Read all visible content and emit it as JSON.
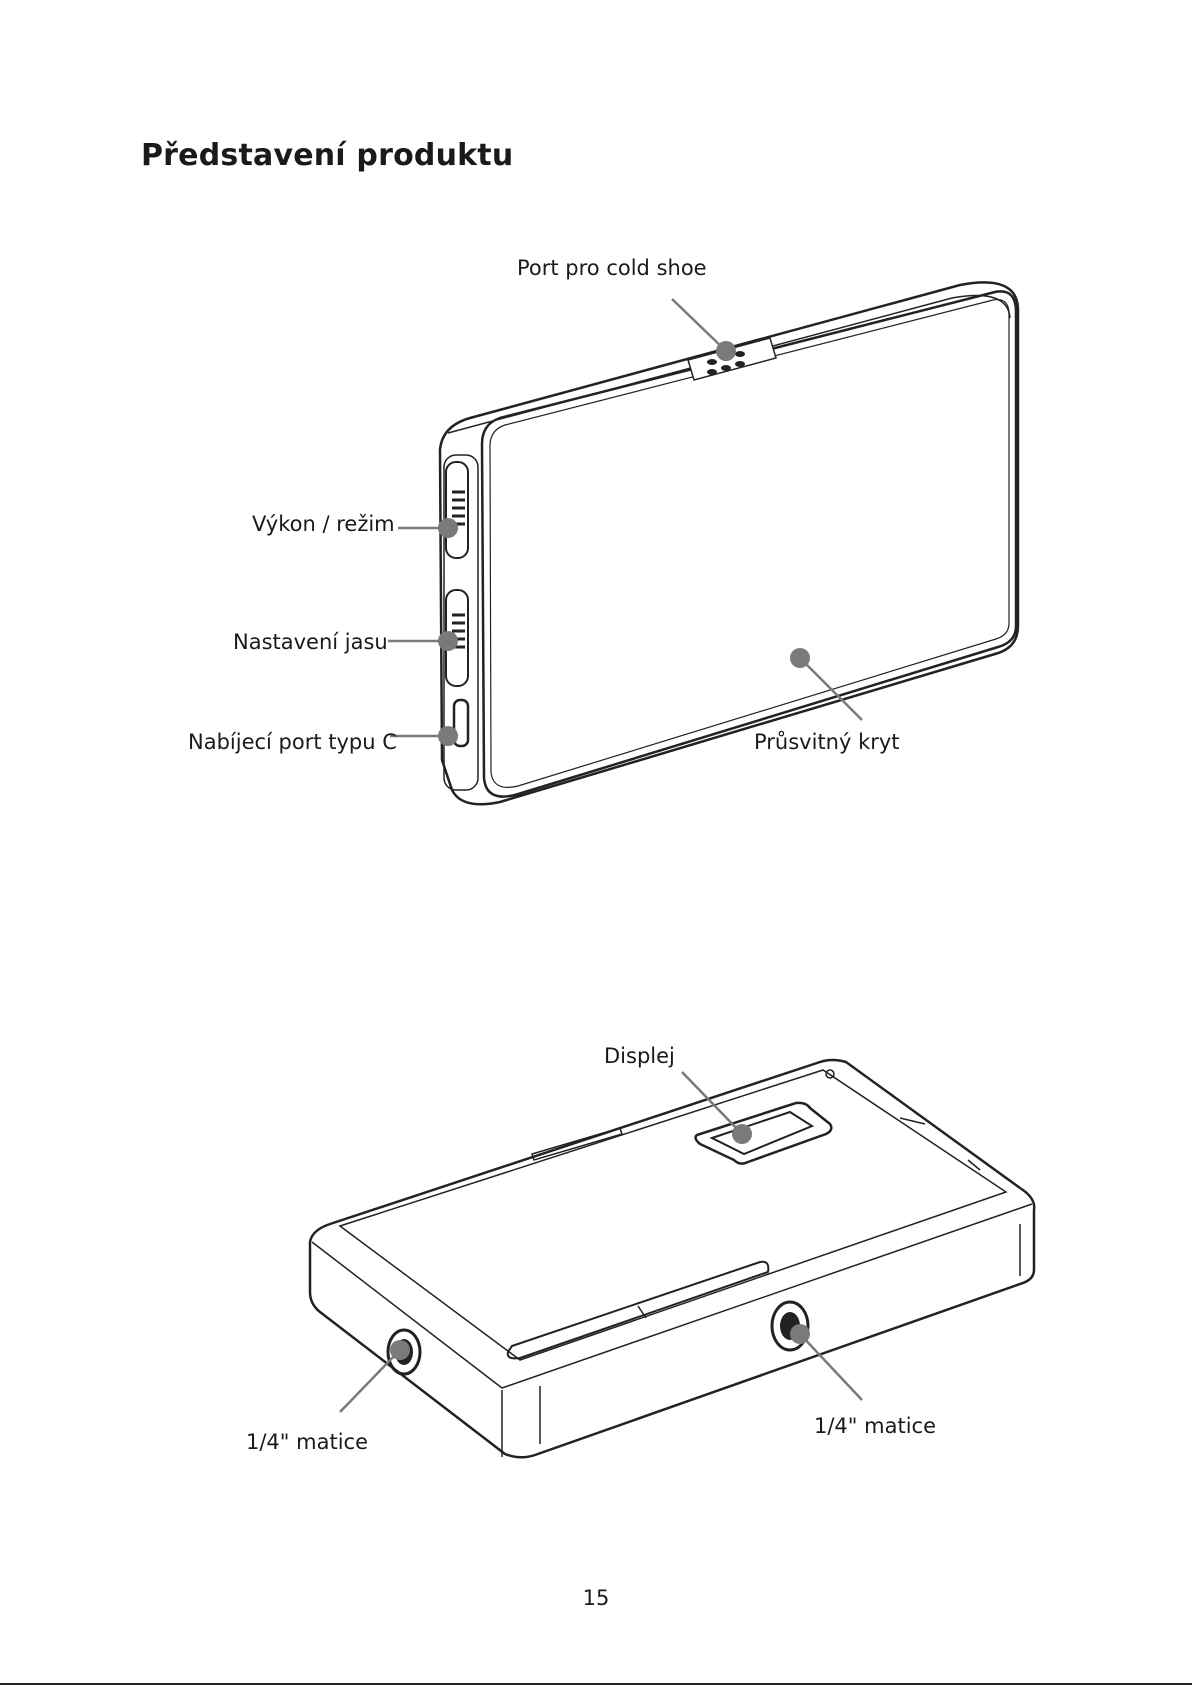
{
  "heading": "Představení produktu",
  "figure_front": {
    "labels": {
      "cold_shoe": "Port pro cold shoe",
      "power_mode": "Výkon / režim",
      "brightness": "Nastavení jasu",
      "charging_port": "Nabíjecí port typu C",
      "diffuser": "Průsvitný kryt"
    }
  },
  "figure_back": {
    "labels": {
      "display": "Displej",
      "nut_left": "1/4\" matice",
      "nut_right": "1/4\" matice"
    }
  },
  "page_number": "15",
  "colors": {
    "callout": "#7a7a7a",
    "outline": "#222222"
  }
}
